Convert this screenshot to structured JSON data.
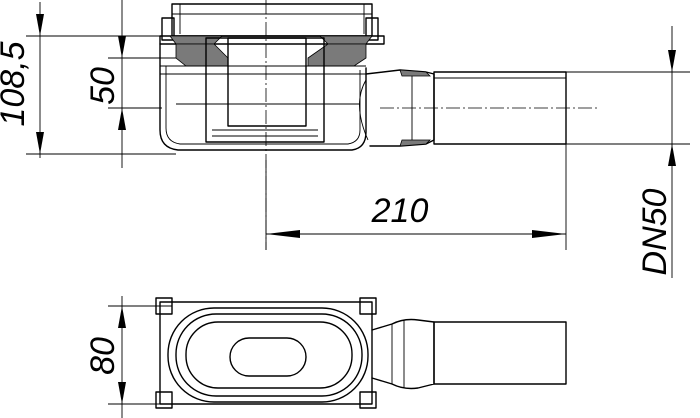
{
  "dimensions": {
    "height_total": "108,5",
    "height_inner": "50",
    "length": "210",
    "pipe": "DN50",
    "width": "80"
  }
}
